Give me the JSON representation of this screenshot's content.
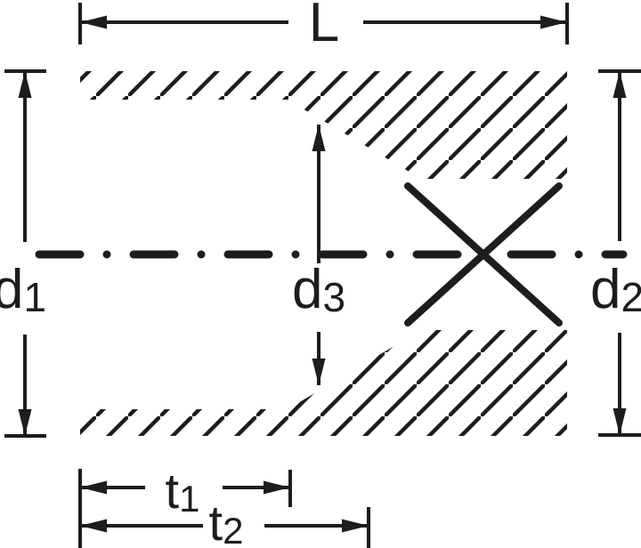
{
  "drawing": {
    "ink_color": "#1d1d1b",
    "background_color": "#ffffff",
    "labels": {
      "length": {
        "main": "L",
        "sub": ""
      },
      "diameter_1": {
        "main": "d",
        "sub": "1"
      },
      "diameter_2": {
        "main": "d",
        "sub": "2"
      },
      "diameter_3": {
        "main": "d",
        "sub": "3"
      },
      "depth_1": {
        "main": "t",
        "sub": "1"
      },
      "depth_2": {
        "main": "t",
        "sub": "2"
      }
    }
  }
}
